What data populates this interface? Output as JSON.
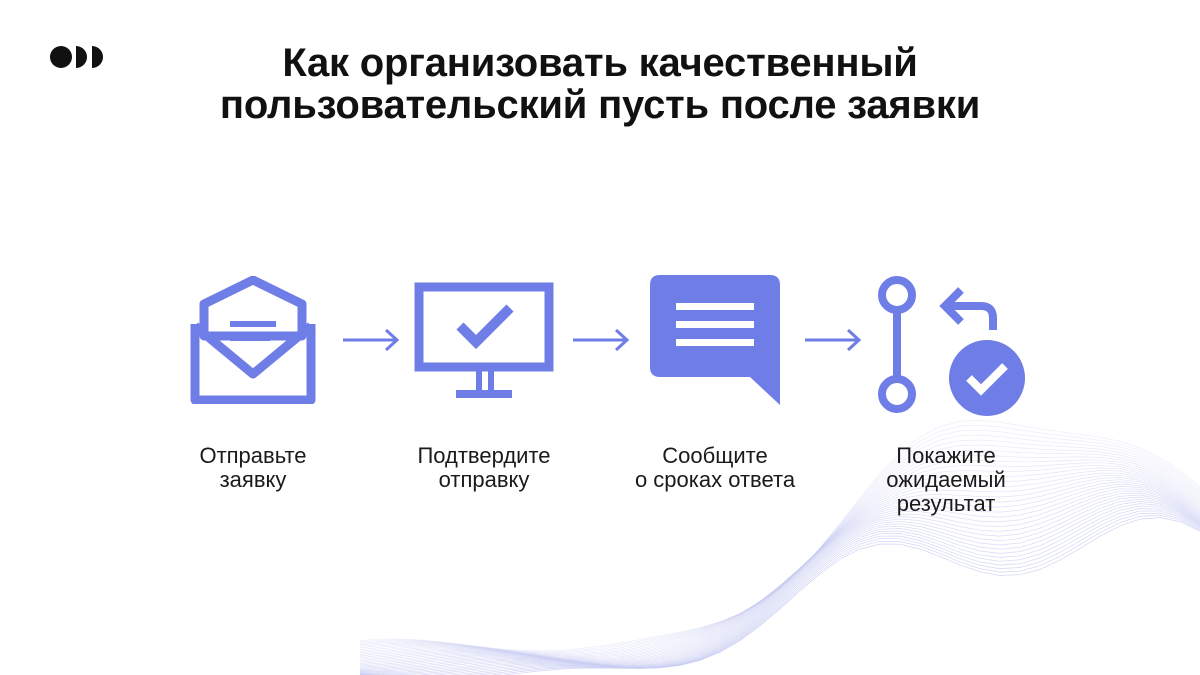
{
  "header": {
    "title_line1": "Как организовать качественный",
    "title_line2": "пользовательский пусть после заявки"
  },
  "colors": {
    "accent": "#6f7de6",
    "text": "#111111",
    "background": "#ffffff"
  },
  "steps": [
    {
      "icon": "envelope-letter-icon",
      "label_line1": "Отправьте",
      "label_line2": "заявку"
    },
    {
      "icon": "monitor-check-icon",
      "label_line1": "Подтвердите",
      "label_line2": "отправку"
    },
    {
      "icon": "chat-message-icon",
      "label_line1": "Сообщите",
      "label_line2": "о сроках ответа"
    },
    {
      "icon": "flow-result-check-icon",
      "label_line1": "Покажите",
      "label_line2": "ожидаемый",
      "label_line3": "результат"
    }
  ],
  "connectors": [
    "arrow-right-icon",
    "arrow-right-icon",
    "arrow-right-icon"
  ]
}
